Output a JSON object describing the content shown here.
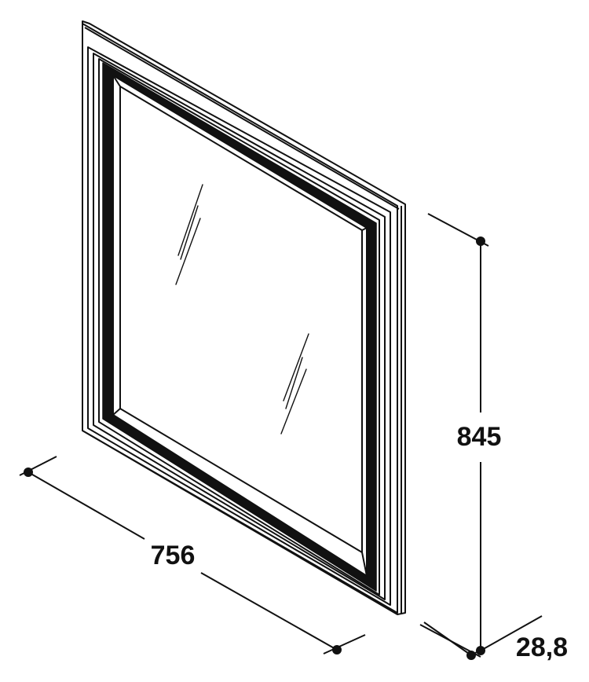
{
  "dimensions": {
    "width": "756",
    "height": "845",
    "depth": "28,8"
  },
  "colors": {
    "line": "#111111",
    "background": "#ffffff"
  }
}
